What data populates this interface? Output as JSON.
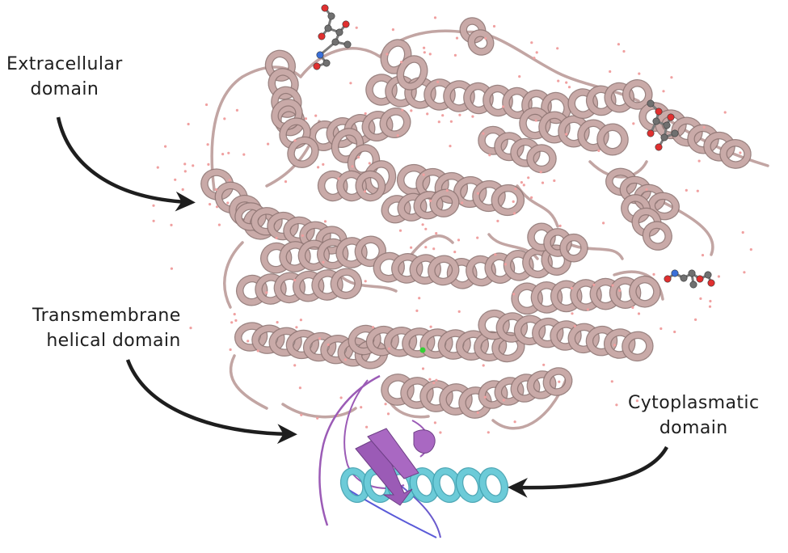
{
  "labels": {
    "extracellular": {
      "line1": "Extracellular",
      "line2": "domain"
    },
    "transmembrane": {
      "line1": "Transmembrane",
      "line2": "helical domain"
    },
    "cytoplasmatic": {
      "line1": "Cytoplasmatic",
      "line2": "domain"
    }
  },
  "colors": {
    "main_helix": "#c9aaa8",
    "main_helix_edge": "#8f7573",
    "cyto_sheet": "#9b5bb6",
    "cyto_helix": "#6ccbd8",
    "water": "#f0a0a0",
    "ligand_carbon": "#707070",
    "ligand_oxygen": "#e03030",
    "ligand_nitrogen": "#3a6fd8",
    "ion": "#35d035",
    "arrow": "#1e1e1e"
  },
  "icons": [
    "curved-arrow-icon"
  ]
}
